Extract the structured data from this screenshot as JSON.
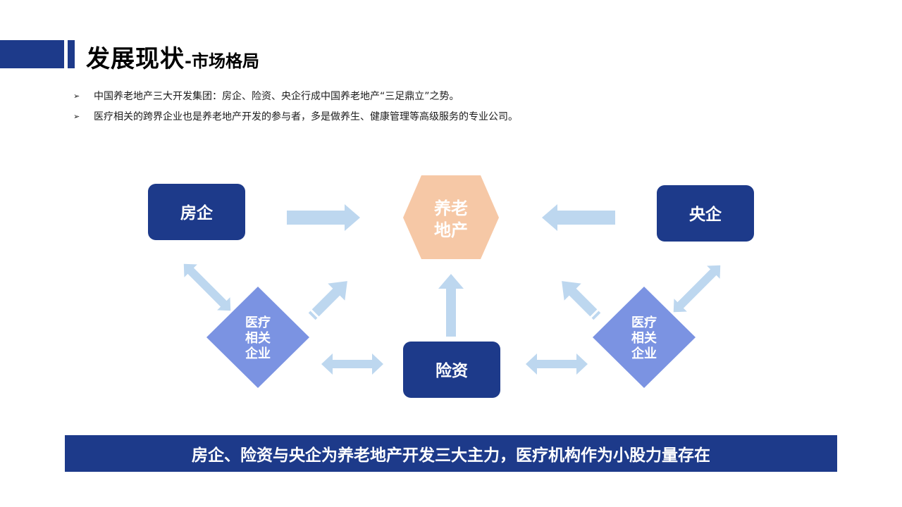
{
  "header": {
    "title_main": "发展现状",
    "title_sub": "-市场格局"
  },
  "bullets": [
    {
      "marker": "➢",
      "text": "中国养老地产三大开发集团：房企、险资、央企行成中国养老地产“三足鼎立”之势。"
    },
    {
      "marker": "➢",
      "text": "医疗相关的跨界企业也是养老地产开发的参与者，多是做养生、健康管理等高级服务的专业公司。"
    }
  ],
  "diagram": {
    "center": {
      "lines": [
        "养老",
        "地产"
      ],
      "color": "#f6c8a6"
    },
    "fangqi": {
      "label": "房企",
      "color": "#1d3a8a"
    },
    "yangqi": {
      "label": "央企",
      "color": "#1d3a8a"
    },
    "xianzi": {
      "label": "险资",
      "color": "#1d3a8a"
    },
    "medical_left": {
      "lines": [
        "医疗",
        "相关",
        "企业"
      ],
      "color": "#7b93e2"
    },
    "medical_right": {
      "lines": [
        "医疗",
        "相关",
        "企业"
      ],
      "color": "#7b93e2"
    },
    "arrow_color": "#bdd7ef"
  },
  "banner": {
    "text": "房企、险资与央企为养老地产开发三大主力，医疗机构作为小股力量存在",
    "color": "#1d3a8a"
  }
}
